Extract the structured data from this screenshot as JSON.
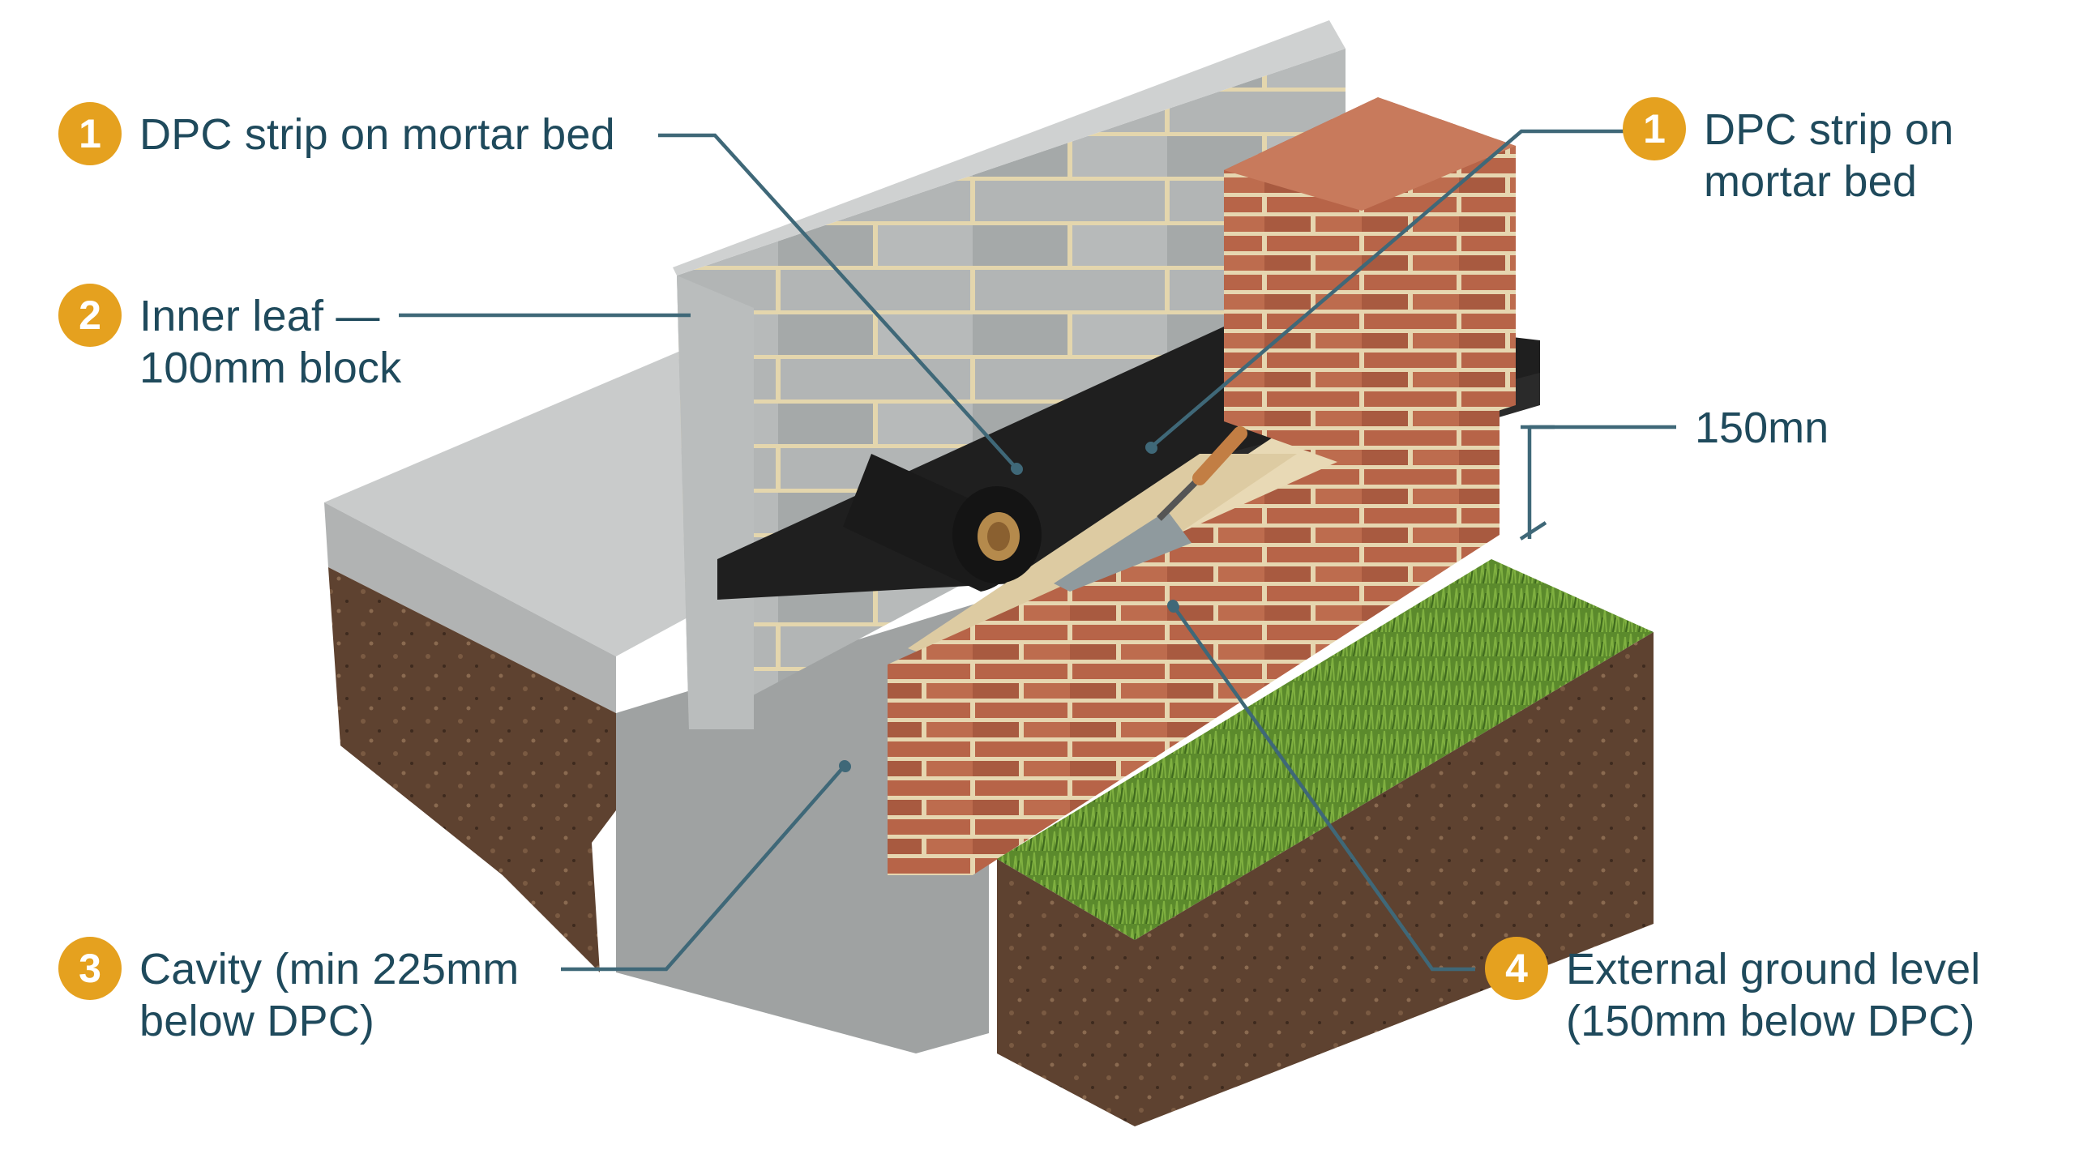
{
  "diagram": {
    "colors": {
      "leader_line": "#3f6878",
      "badge": "#e5a11f",
      "text": "#1f4a5c",
      "brick": "#b5654a",
      "block": "#aeb2b2",
      "mortar": "#e8d9b5",
      "dpc": "#1c1c1c",
      "grass": "#5f8f2e",
      "soil": "#5a4030",
      "concrete": "#c7c9c9"
    },
    "callouts": [
      {
        "number": "1",
        "text": "DPC strip on mortar bed"
      },
      {
        "number": "2",
        "text": "Inner leaf —\n100mm block"
      },
      {
        "number": "1",
        "text": "DPC strip on\nmortar bed"
      },
      {
        "number": "3",
        "text": "Cavity (min 225mm\nbelow DPC)"
      },
      {
        "number": "4",
        "text": "External ground level\n(150mm below DPC)"
      }
    ],
    "dimension": {
      "text": "150mn"
    },
    "icons": [
      "dpc-roll-icon",
      "trowel-icon"
    ]
  }
}
